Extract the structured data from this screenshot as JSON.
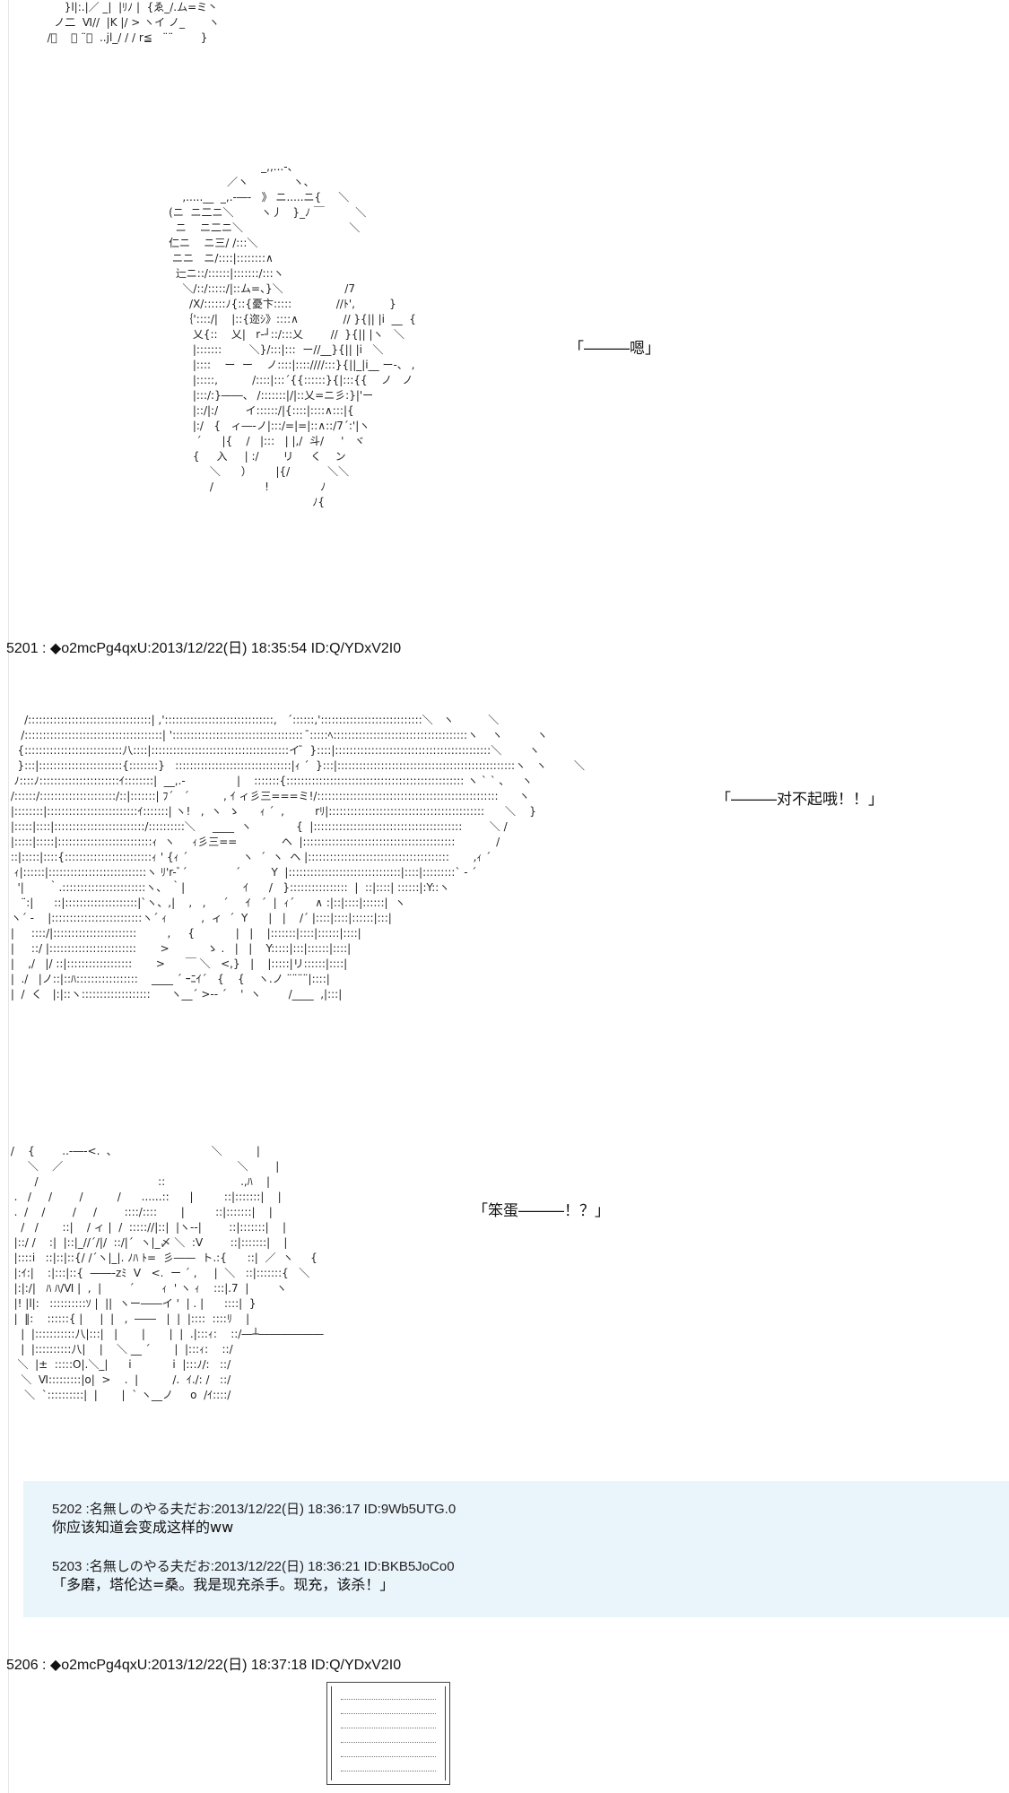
{
  "posts": [
    {
      "header": "5201 : ◆o2mcPg4qxU:2013/12/22(日) 18:35:54 ID:Q/YDxV2I0"
    },
    {
      "header": "5206 : ◆o2mcPg4qxU:2013/12/22(日) 18:37:18 ID:Q/YDxV2I0"
    }
  ],
  "dialogue": {
    "line1": "「―――嗯」",
    "line2": "「―――对不起哦！！」",
    "line3": "「笨蛋―――！？」"
  },
  "replies": [
    {
      "meta": "5202 :名無しのやる夫だお:2013/12/22(日) 18:36:17 ID:9Wb5UTG.0",
      "text": "你应该知道会变成这样的ww"
    },
    {
      "meta": "5203 :名無しのやる夫だお:2013/12/22(日) 18:36:21 ID:BKB5JoCo0",
      "text": "「多磨，塔伦达=桑。我是现充杀手。现充，该杀！」"
    }
  ]
}
